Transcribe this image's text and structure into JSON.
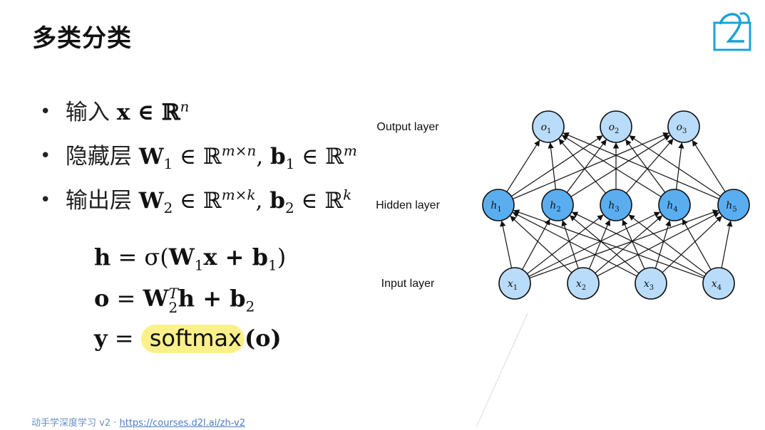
{
  "title": "多类分类",
  "bullets": [
    {
      "label": "输入",
      "expr": "x ∈ ℝ",
      "sup": "n"
    },
    {
      "label": "隐藏层",
      "w": "W",
      "wsub": "1",
      "wexp": "m×n",
      "b": "b",
      "bsub": "1",
      "bexp": "m"
    },
    {
      "label": "输出层",
      "w": "W",
      "wsub": "2",
      "wexp": "m×k",
      "b": "b",
      "bsub": "2",
      "bexp": "k"
    }
  ],
  "equations": {
    "eq1": {
      "lhs": "h",
      "rhs_a": "= σ(",
      "w": "W",
      "wsub": "1",
      "mid": "x + ",
      "b": "b",
      "bsub": "1",
      "close": ")"
    },
    "eq2": {
      "lhs": "o",
      "rhs_a": "= ",
      "w": "W",
      "wsup": "T",
      "wsub": "2",
      "mid": "h + ",
      "b": "b",
      "bsub": "2"
    },
    "eq3": {
      "lhs": "y",
      "rhs_a": "= ",
      "fn": "softmax",
      "arg": "(o)"
    }
  },
  "diagram": {
    "layers": {
      "output": {
        "label": "Output layer",
        "nodes": [
          "o1",
          "o2",
          "o3"
        ],
        "fill": "#b9dcfb"
      },
      "hidden": {
        "label": "Hidden layer",
        "nodes": [
          "h1",
          "h2",
          "h3",
          "h4",
          "h5"
        ],
        "fill": "#5aaef0"
      },
      "input": {
        "label": "Input layer",
        "nodes": [
          "x1",
          "x2",
          "x3",
          "x4"
        ],
        "fill": "#b9dcfb"
      }
    }
  },
  "footer": {
    "text": "动手学深度学习 v2 · ",
    "link": "https://courses.d2l.ai/zh-v2"
  },
  "colors": {
    "highlight": "#fbf08a",
    "logo": "#1aa3d9",
    "footer": "#6a8fc7"
  }
}
